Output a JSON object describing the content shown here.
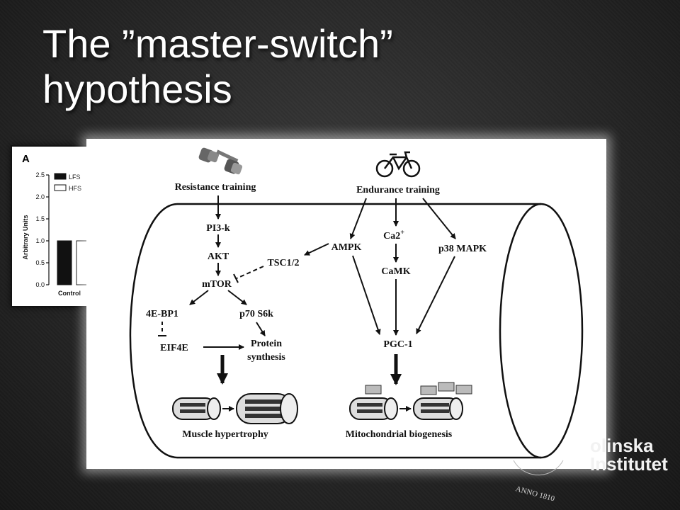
{
  "slide": {
    "title_line1": "The ”master-switch”",
    "title_line2": "hypothesis"
  },
  "bar_chart": {
    "panel_label": "A",
    "y_axis_label": "Arbitrary Units",
    "y_ticks": [
      "2.5",
      "2.0",
      "1.5",
      "1.0",
      "0.5",
      "0.0"
    ],
    "legend": [
      "LFS",
      "HFS"
    ],
    "x_label": "Control",
    "chart_data": {
      "type": "bar",
      "categories": [
        "Control"
      ],
      "series": [
        {
          "name": "LFS",
          "values": [
            1.0
          ]
        },
        {
          "name": "HFS",
          "values": [
            1.0
          ]
        }
      ],
      "ylabel": "Arbitrary Units",
      "ylim": [
        0,
        2.5
      ]
    }
  },
  "diagram": {
    "resistance_training": "Resistance training",
    "endurance_training": "Endurance training",
    "pi3k": "PI3-k",
    "akt": "AKT",
    "mtor": "mTOR",
    "tsc": "TSC1/2",
    "ampk": "AMPK",
    "ca2": "Ca2",
    "ca2_sup": "+",
    "camk": "CaMK",
    "p38": "p38 MAPK",
    "ebp1": "4E-BP1",
    "p70": "p70 S6k",
    "eif4e": "EIF4E",
    "protein1": "Protein",
    "protein2": "synthesis",
    "pgc1": "PGC-1",
    "muscle_hypertrophy": "Muscle hypertrophy",
    "mito_biogenesis": "Mitochondrial biogenesis",
    "dumbbell_icon": "dumbbell-icon",
    "bicycle_icon": "bicycle-icon"
  },
  "logo": {
    "line1": "olinska",
    "line2": "Institutet",
    "seal_text": "ANNO 1810"
  }
}
